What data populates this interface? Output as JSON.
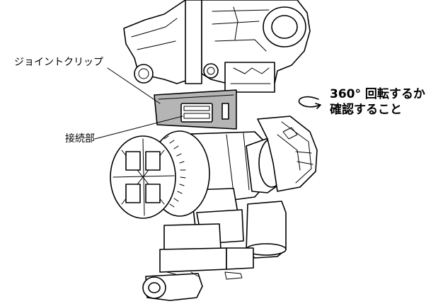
{
  "labels": {
    "joint_clip": "ジョイントクリップ",
    "connection": "接続部",
    "instruction_line1": "360° 回転するか",
    "instruction_line2": "確認すること"
  },
  "colors": {
    "line": "#000000",
    "clip_fill": "#b5b5b5",
    "background": "#ffffff"
  },
  "icons": {
    "rotation": "rotation-arrow-icon"
  }
}
